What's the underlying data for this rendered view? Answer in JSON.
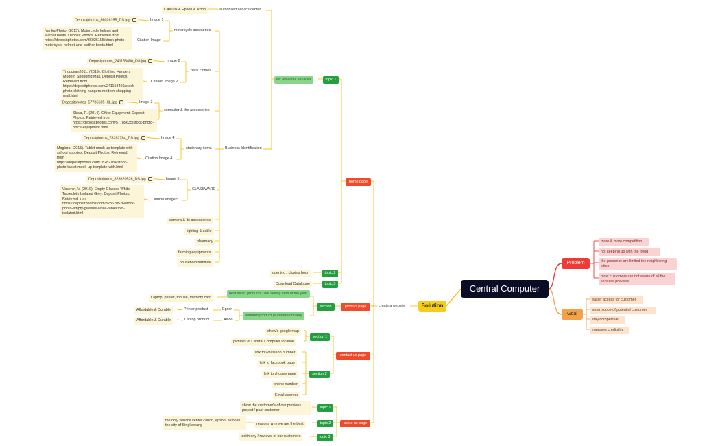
{
  "root": "Central Computer",
  "solution": "Solution",
  "problem": {
    "label": "Problem",
    "items": [
      "more & more competition",
      "not keeping up with the trend",
      "the presence are limited the neighboring cities",
      "most customers are not aware of all the services provided"
    ]
  },
  "goal": {
    "label": "Goal",
    "items": [
      "easier access for customer",
      "wider scope of potential customer",
      "stay competitive",
      "improves credibility"
    ]
  },
  "create_website": "create a website",
  "home_page": {
    "label": "home page",
    "topic1": "topic 1",
    "list_services": "list available services",
    "authorized": "authorized service center",
    "canon": "CANON & Epson & Axioo",
    "business_id": "Business Identification",
    "moto": "motorcycle accesories",
    "image1": "Image 1",
    "file1": "Depositphotos_36026155_DS.jpg",
    "cit_image": "Citation Image",
    "cit1": "Nanka-Photo. (2013). Motorcycle helmet and leather boots. Deposit Photos. Retrieved from https://depositphotos.com/36026155/stock-photo-motorcycle-helmet-and-leather-boots.html",
    "batik": "batik clothes",
    "image2": "Image 2",
    "file2": "Depositphotos_241158450_DS.jpg",
    "cit_image2": "Citation Image 2",
    "cit2": "Tricocean2011. (2019). Clothing Hangers Modern Shopping Mall. Deposit Photos. Retrieved from https://depositphotos.com/241158450/stock-photo-clothing-hangers-modern-shopping-mall.html",
    "computer": "computer & the accessories",
    "image3": "Image 3",
    "file3": "Depositphotos_57785635_XL.jpg",
    "cit3": "Slava, R. (2014). Office Equipment. Deposit Photos. Retrieved from https://depositphotos.com/57785635/stock-photo-office-equipment.html",
    "stationary": "stationary items",
    "image4": "Image 4",
    "file4": "Depositphotos_78282784_DS.jpg",
    "cit_image4": "Citation Image 4",
    "cit4": "Maglara. (2015). Tablet mock up template with school supplies. Deposit Photos. Retrieved from https://depositphotos.com/78282784/stock-photo-tablet-mock-up-template-with.html",
    "glassware": "GLASSWARE",
    "image5": "Image 5",
    "file5": "Depositphotos_328620526_DS.jpg",
    "cit_image5": "Citation Image 5",
    "cit5": "Vasenin, V. (2019). Empty Glasses White Tablecloth Isolated Grey. Deposit Photos. Retrieved from https://depositphotos.com/328620526/stock-photo-empty-glasses-white-tablecloth-isolated.html",
    "camera": "camera & its accessories",
    "lighting": "lighting & cable",
    "pharmacy": "pharmacy",
    "farming": "farming equipments",
    "household": "household furniture",
    "topic2": "topic 2",
    "opening": "opening / closing hour",
    "topic3": "topic 3",
    "download": "Download Catalogue"
  },
  "product_page": {
    "label": "product page",
    "section": "section",
    "best_seller": "best seller products / hot selling item of the year",
    "laptop_etc": "Laptop, printer, mouse, memory card",
    "featured": "featured product (supported brand)",
    "epson": "Epson",
    "printer_product": "Printer product",
    "afford1": "Affordable & Durable",
    "axioo": "Axioo",
    "laptop_product": "Laptop product",
    "afford2": "Affordable & Durable"
  },
  "contact_page": {
    "label": "contact us page",
    "section1": "section 1",
    "google_map": "show's google map",
    "pictures": "pictures of Central Computer location",
    "section2": "section 2",
    "whatsapp": "link to whatsapp number",
    "facebook": "link to facebook page",
    "shopee": "link to shopee page",
    "phone": "phone number",
    "email": "Email address"
  },
  "about_page": {
    "label": "about us page",
    "topic1": "topic 1",
    "previous": "show the customer's of our previous project / past customer",
    "topic2": "topic 2",
    "reasons": "reasons why we are the best",
    "only_center": "the only service center canon, epson, axioo in the city of Singkawang",
    "topic3": "topic 3",
    "testimony": "testimony / reviews of our customers"
  },
  "colors": {
    "line": "#f2c21b",
    "root": "#0b0c26",
    "problem": "#ef3b36",
    "goal": "#f4a24a",
    "green": "#239f3f"
  }
}
